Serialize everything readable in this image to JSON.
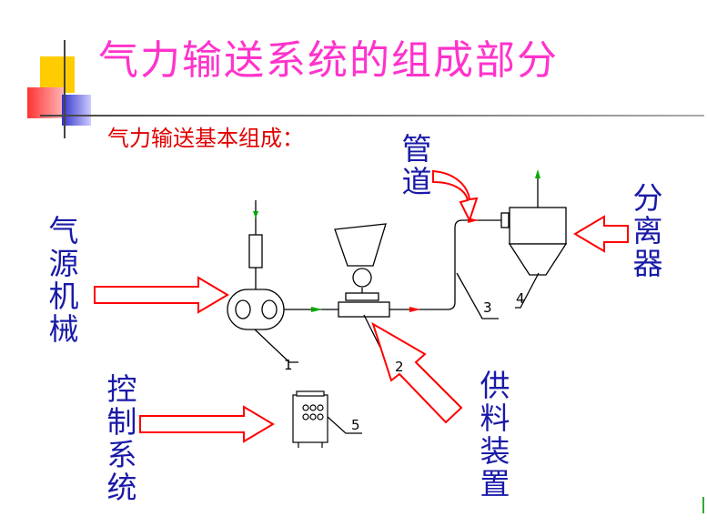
{
  "slide": {
    "title": "气力输送系统的组成部分",
    "subtitle": "气力输送基本组成："
  },
  "labels": {
    "pipeline": [
      "管",
      "道"
    ],
    "separator": [
      "分",
      "离",
      "器"
    ],
    "air_source": [
      "气",
      "源",
      "机",
      "械"
    ],
    "control_system": [
      "控",
      "制",
      "系",
      "统"
    ],
    "feeding_device": [
      "供",
      "料",
      "装",
      "置"
    ]
  },
  "callouts": {
    "n1": "1",
    "n2": "2",
    "n3": "3",
    "n4": "4",
    "n5": "5"
  },
  "colors": {
    "title": "#ff33cc",
    "subtitle": "#e00000",
    "labels": "#1a1aa8",
    "arrows": "#ff0000",
    "deco_yellow": "#ffcc00",
    "deco_blue": "#3333cc",
    "deco_red": "#ff3333"
  }
}
